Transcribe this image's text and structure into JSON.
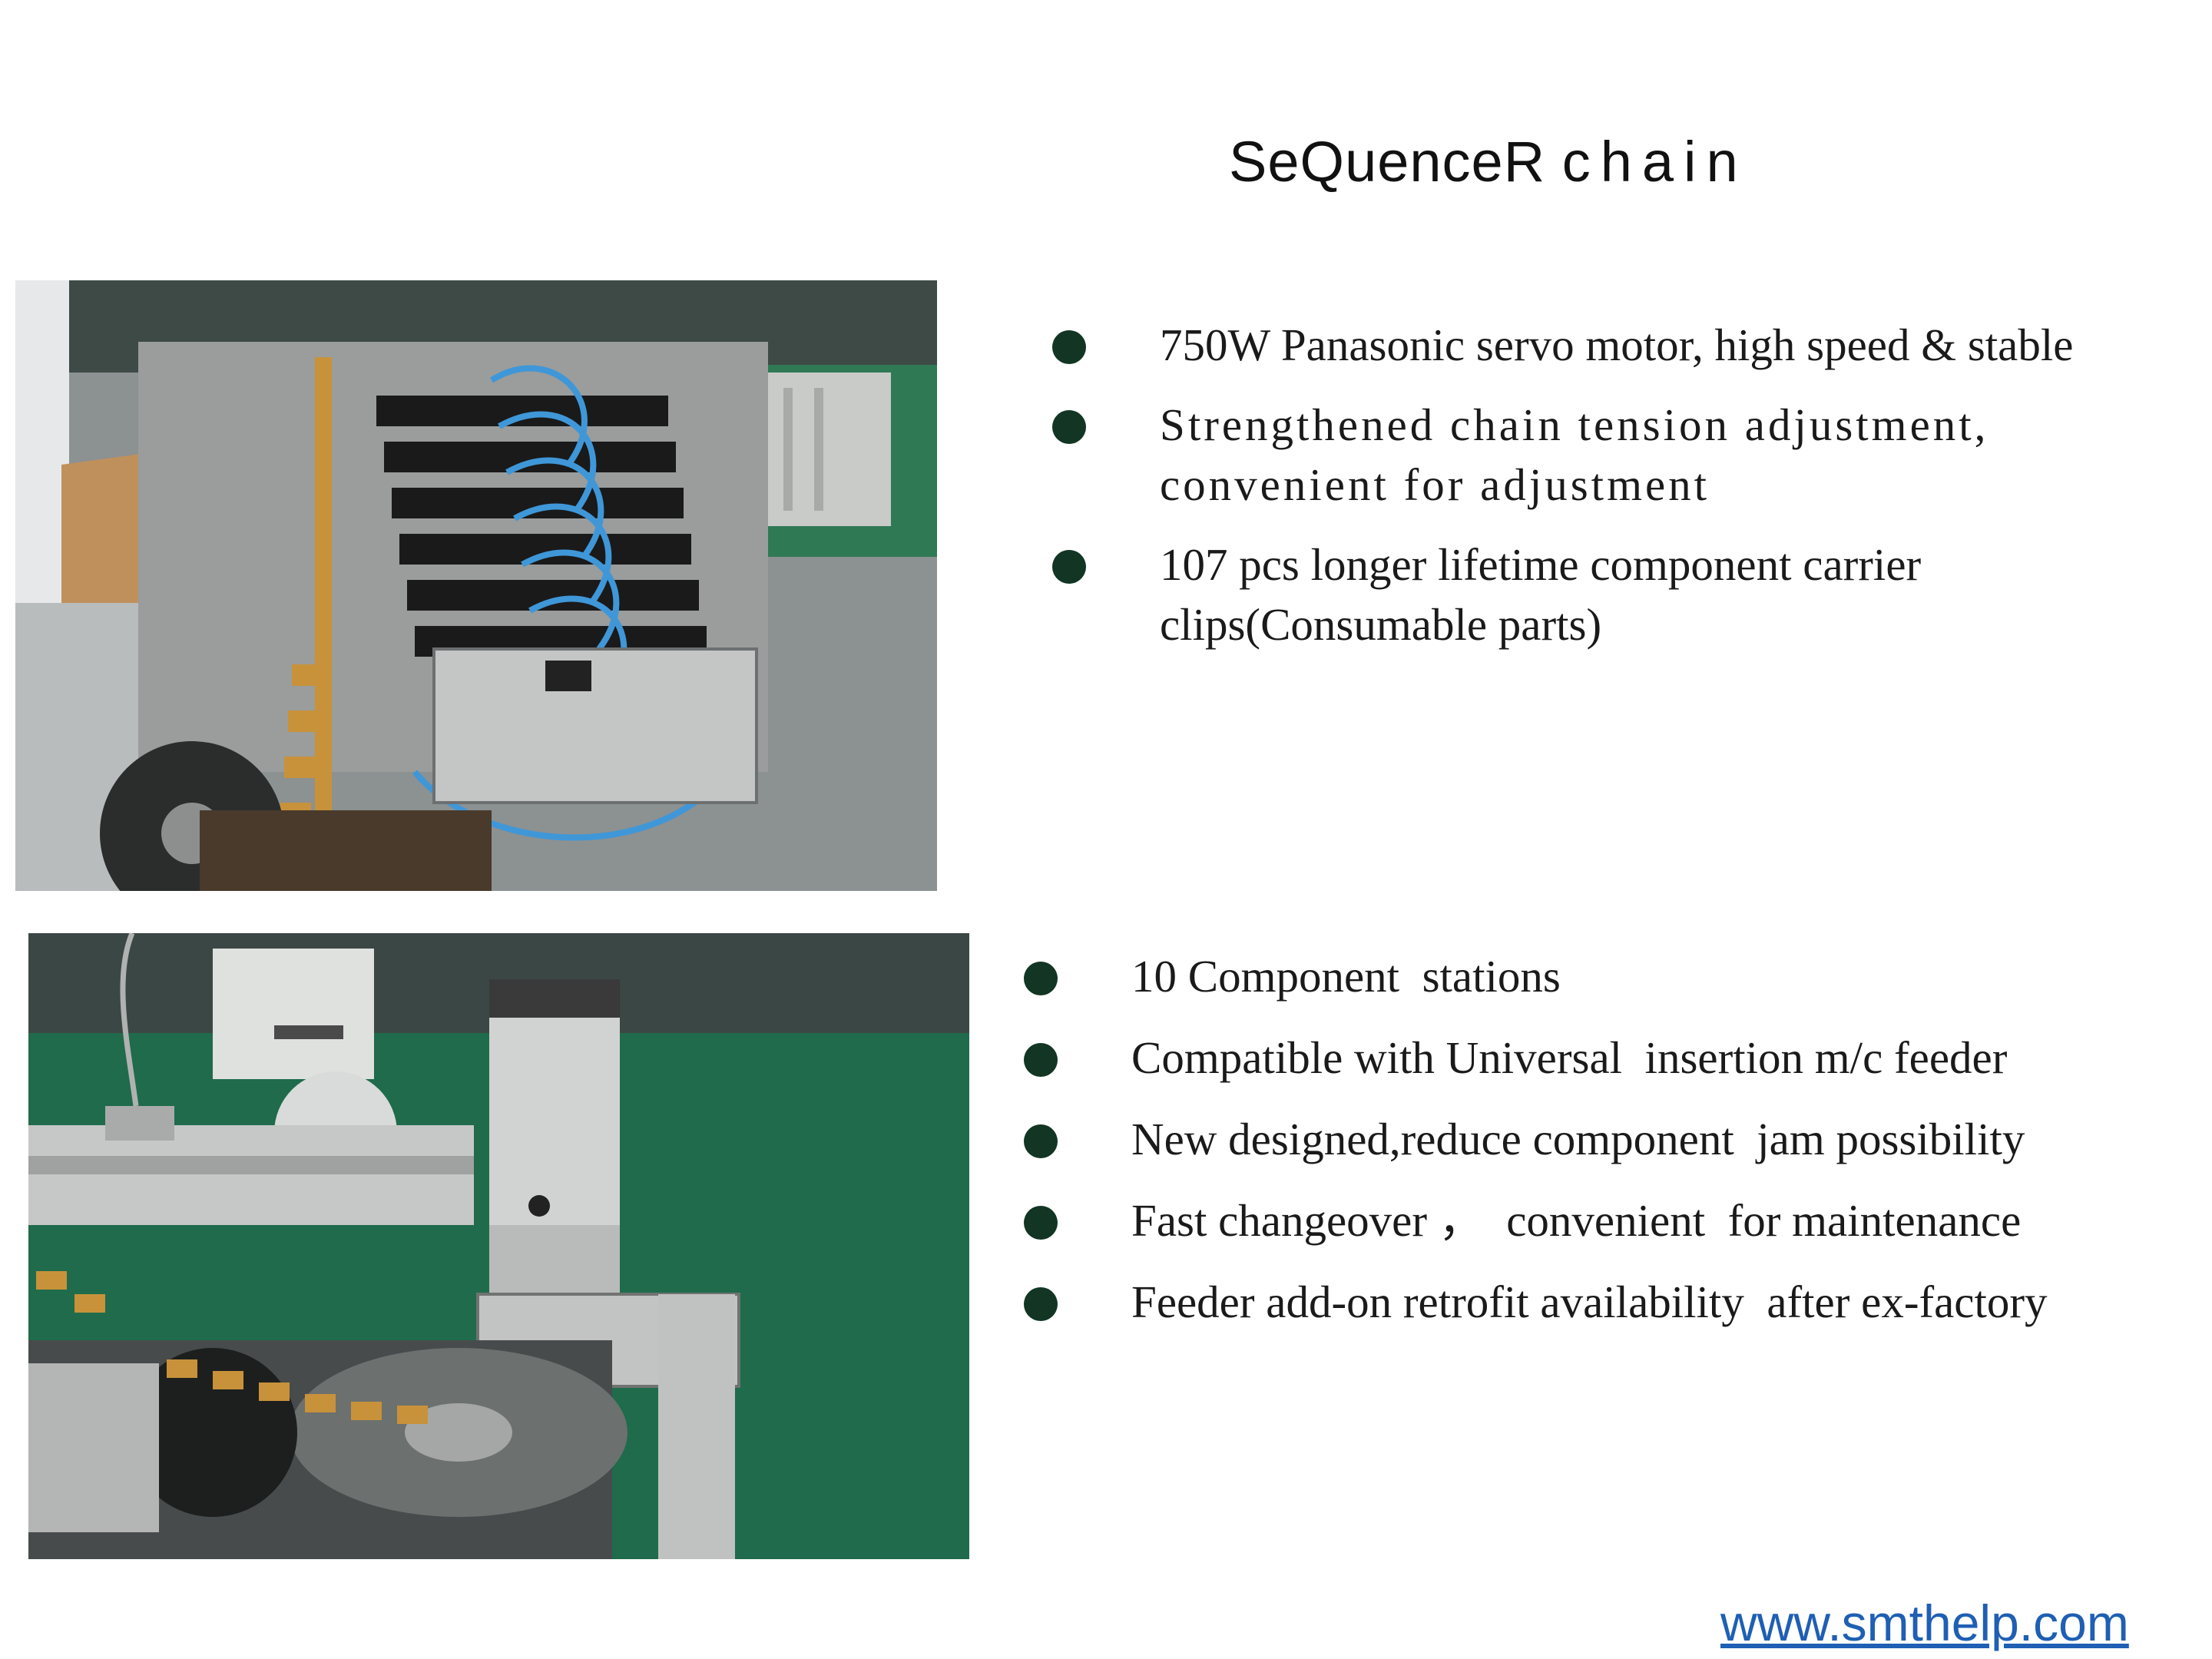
{
  "slide": {
    "title_part1": "SeQuenceR",
    "title_part2": "chain",
    "bullets_top": [
      {
        "text": "750W Panasonic servo motor,  high speed & stable"
      },
      {
        "text": " Strengthened chain tension  adjustment, convenient for  adjustment"
      },
      {
        "text": "  107 pcs  longer lifetime  component carrier clips(Consumable parts)"
      }
    ],
    "bullets_bottom": [
      {
        "text": "10 Component  stations"
      },
      {
        "text": "Compatible with Universal  insertion m/c feeder"
      },
      {
        "text": "New designed,reduce component  jam possibility"
      },
      {
        "text": "Fast changeover ，  convenient  for maintenance"
      },
      {
        "text": "Feeder add-on retrofit availability  after ex-factory"
      }
    ],
    "footer_link": "www.smthelp.com",
    "colors": {
      "bullet": "#123524",
      "link": "#1f5fb4"
    }
  },
  "photos": [
    {
      "subject": "sequencer feeder stations with blue pneumatic hoses and gold carrier chain"
    },
    {
      "subject": "servo motor drive assembly with sprocket and carrier chain"
    }
  ]
}
